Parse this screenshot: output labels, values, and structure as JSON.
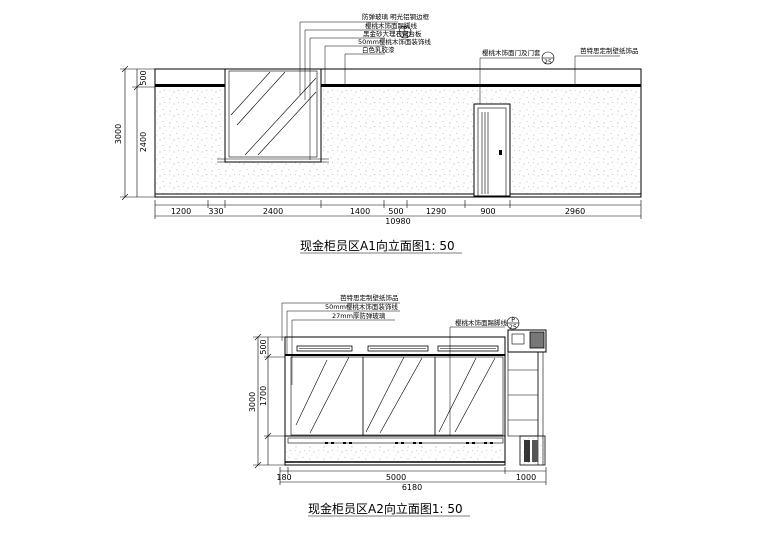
{
  "elevation_a1": {
    "title": "现金柜员区A1向立面图1: 50",
    "notes": [
      "防弹玻璃 明光铝钢边框",
      "樱桃木饰面踢脚线",
      "黑金砂大理石窗台板",
      "50mm樱桃木饰面装饰线",
      "白色乳胶漆",
      "樱桃木饰面门及门套",
      "芭特思定制壁纸饰品"
    ],
    "tag": {
      "top": "P",
      "bottom": "25"
    },
    "tag_door": "25",
    "vertical_dims": [
      "3000",
      "500",
      "2400"
    ],
    "horizontal_dims": [
      "1200",
      "330",
      "2400",
      "1400",
      "500",
      "1290",
      "900",
      "2960"
    ],
    "total_dim": "10980"
  },
  "elevation_a2": {
    "title": "现金柜员区A2向立面图1: 50",
    "notes": [
      "芭特思定制壁纸饰品",
      "50mm樱桃木饰面装饰线",
      "27mm厚防弹玻璃",
      "樱桃木饰面踢脚线"
    ],
    "tag": {
      "top": "P",
      "bottom": "25"
    },
    "vertical_dims": [
      "3000",
      "500",
      "1700"
    ],
    "horizontal_dims": [
      "180",
      "5000",
      "1000"
    ],
    "total_dim": "6180"
  }
}
